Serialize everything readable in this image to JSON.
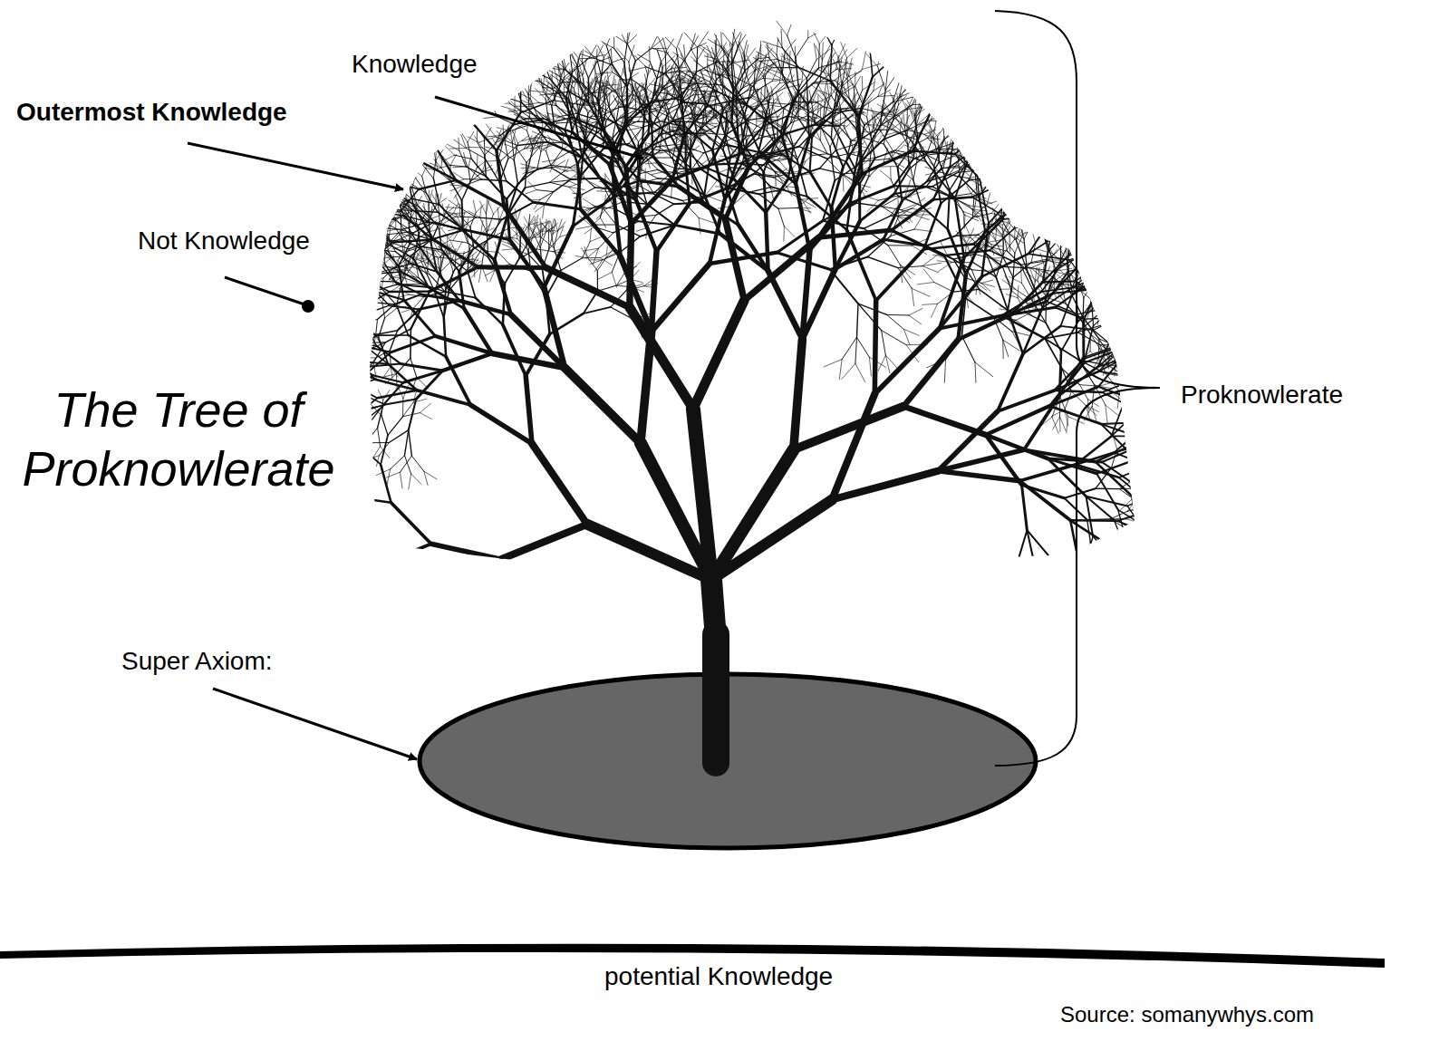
{
  "diagram": {
    "title": "The Tree of Proknowlerate",
    "labels": [
      "Knowledge",
      "Outermost Knowledge",
      "Not Knowledge",
      "Super Axiom:",
      "Proknowlerate",
      "potential Knowledge",
      "Source: somanywhys.com"
    ]
  }
}
